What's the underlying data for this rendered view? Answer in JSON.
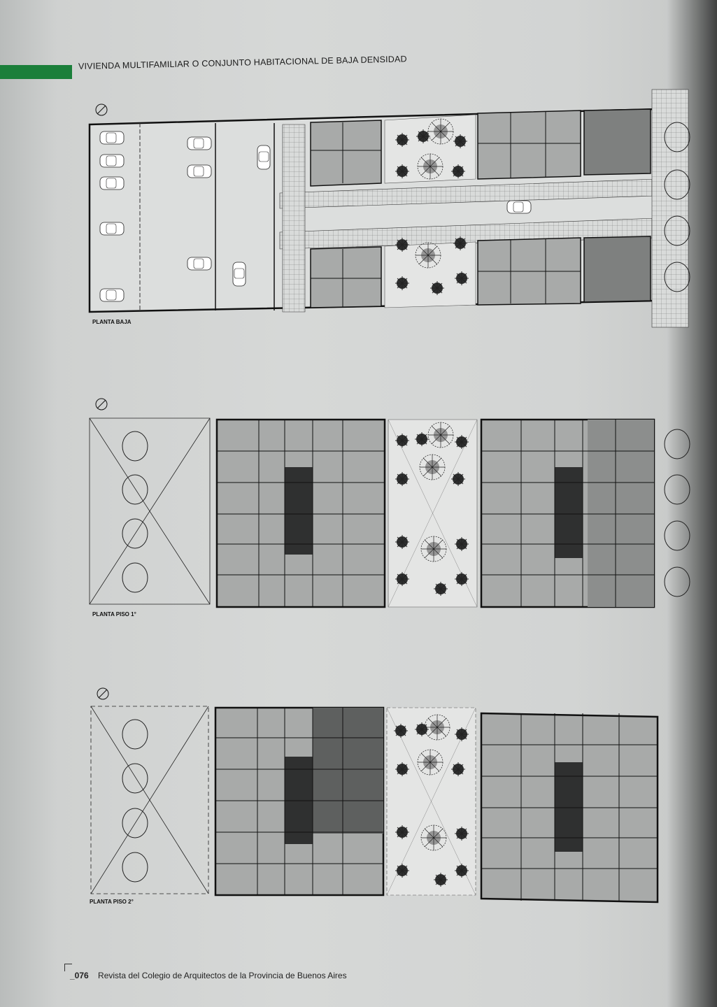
{
  "header": {
    "title": "VIVIENDA MULTIFAMILIAR O CONJUNTO HABITACIONAL DE BAJA DENSIDAD"
  },
  "plans": [
    {
      "label": "PLANTA BAJA"
    },
    {
      "label": "PLANTA PISO 1°"
    },
    {
      "label": "PLANTA PISO 2°"
    }
  ],
  "footer": {
    "page_number": "_076",
    "publication": "Revista del Colegio de Arquitectos de la Provincia de Buenos Aires"
  },
  "colors": {
    "accent_bar": "#1b7f3a",
    "room_fill": "#a8aaa9",
    "dark_fill": "#5e605f",
    "line": "#111111"
  }
}
